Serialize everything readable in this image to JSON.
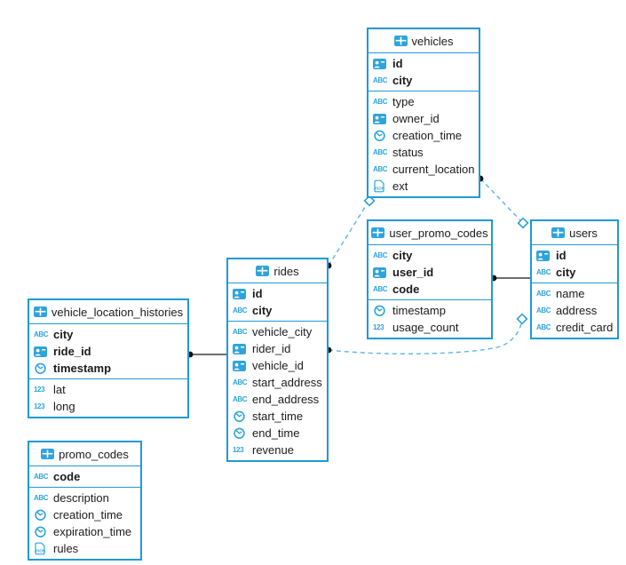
{
  "diagram": {
    "title": "database schema diagram",
    "colors": {
      "table_border": "#1e9ad6",
      "icon_blue": "#2ea4dc",
      "dashed_relation": "#5fb5e6",
      "solid_relation": "#3f3f3f",
      "text": "#1b1b1b",
      "background": "#ffffff"
    },
    "tables": [
      {
        "name": "vehicles",
        "icon": "table-icon",
        "primary_fields": [
          {
            "name": "id",
            "icon": "id-card-icon"
          },
          {
            "name": "city",
            "icon": "abc-icon"
          }
        ],
        "fields": [
          {
            "name": "type",
            "icon": "abc-icon"
          },
          {
            "name": "owner_id",
            "icon": "id-card-icon"
          },
          {
            "name": "creation_time",
            "icon": "clock-icon"
          },
          {
            "name": "status",
            "icon": "abc-icon"
          },
          {
            "name": "current_location",
            "icon": "abc-icon"
          },
          {
            "name": "ext",
            "icon": "json-icon"
          }
        ]
      },
      {
        "name": "user_promo_codes",
        "icon": "table-icon",
        "primary_fields": [
          {
            "name": "city",
            "icon": "abc-icon"
          },
          {
            "name": "user_id",
            "icon": "id-card-icon"
          },
          {
            "name": "code",
            "icon": "abc-icon"
          }
        ],
        "fields": [
          {
            "name": "timestamp",
            "icon": "clock-icon"
          },
          {
            "name": "usage_count",
            "icon": "num-icon"
          }
        ]
      },
      {
        "name": "users",
        "icon": "table-icon",
        "primary_fields": [
          {
            "name": "id",
            "icon": "id-card-icon"
          },
          {
            "name": "city",
            "icon": "abc-icon"
          }
        ],
        "fields": [
          {
            "name": "name",
            "icon": "abc-icon"
          },
          {
            "name": "address",
            "icon": "abc-icon"
          },
          {
            "name": "credit_card",
            "icon": "abc-icon"
          }
        ]
      },
      {
        "name": "rides",
        "icon": "table-icon",
        "primary_fields": [
          {
            "name": "id",
            "icon": "id-card-icon"
          },
          {
            "name": "city",
            "icon": "abc-icon"
          }
        ],
        "fields": [
          {
            "name": "vehicle_city",
            "icon": "abc-icon"
          },
          {
            "name": "rider_id",
            "icon": "id-card-icon"
          },
          {
            "name": "vehicle_id",
            "icon": "id-card-icon"
          },
          {
            "name": "start_address",
            "icon": "abc-icon"
          },
          {
            "name": "end_address",
            "icon": "abc-icon"
          },
          {
            "name": "start_time",
            "icon": "clock-icon"
          },
          {
            "name": "end_time",
            "icon": "clock-icon"
          },
          {
            "name": "revenue",
            "icon": "num-icon"
          }
        ]
      },
      {
        "name": "vehicle_location_histories",
        "icon": "table-icon",
        "primary_fields": [
          {
            "name": "city",
            "icon": "abc-icon"
          },
          {
            "name": "ride_id",
            "icon": "id-card-icon"
          },
          {
            "name": "timestamp",
            "icon": "clock-icon"
          }
        ],
        "fields": [
          {
            "name": "lat",
            "icon": "num-icon"
          },
          {
            "name": "long",
            "icon": "num-icon"
          }
        ]
      },
      {
        "name": "promo_codes",
        "icon": "table-icon",
        "primary_fields": [
          {
            "name": "code",
            "icon": "abc-icon"
          }
        ],
        "fields": [
          {
            "name": "description",
            "icon": "abc-icon"
          },
          {
            "name": "creation_time",
            "icon": "clock-icon"
          },
          {
            "name": "expiration_time",
            "icon": "clock-icon"
          },
          {
            "name": "rules",
            "icon": "json-icon"
          }
        ]
      }
    ],
    "relations": [
      {
        "from": "rides",
        "to": "vehicles",
        "from_end": "dot",
        "to_end": "diamond",
        "line": "dashed"
      },
      {
        "from": "vehicles",
        "to": "users",
        "from_end": "dot",
        "to_end": "diamond",
        "line": "dashed"
      },
      {
        "from": "user_promo_codes",
        "to": "users",
        "from_end": "dot",
        "to_end": "none",
        "line": "solid"
      },
      {
        "from": "rides",
        "to": "users",
        "from_end": "dot",
        "to_end": "diamond",
        "line": "dashed"
      },
      {
        "from": "vehicle_location_histories",
        "to": "rides",
        "from_end": "dot",
        "to_end": "none",
        "line": "solid"
      }
    ]
  }
}
